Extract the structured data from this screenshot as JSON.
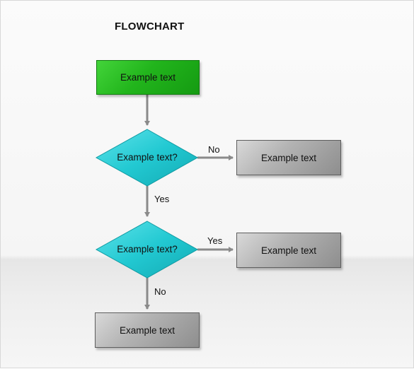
{
  "title": "FLOWCHART",
  "nodes": {
    "start": {
      "text": "Example text"
    },
    "decision1": {
      "text": "Example text?"
    },
    "outcome1": {
      "text": "Example text"
    },
    "decision2": {
      "text": "Example text?"
    },
    "outcome2": {
      "text": "Example text"
    },
    "end": {
      "text": "Example text"
    }
  },
  "edges": {
    "d1_right": "No",
    "d1_down": "Yes",
    "d2_right": "Yes",
    "d2_down": "No"
  },
  "colors": {
    "process_green": "#22b51c",
    "decision_cyan": "#22c9d2",
    "terminal_gray": "#a6a6a6",
    "arrow": "#8c8c8c"
  }
}
